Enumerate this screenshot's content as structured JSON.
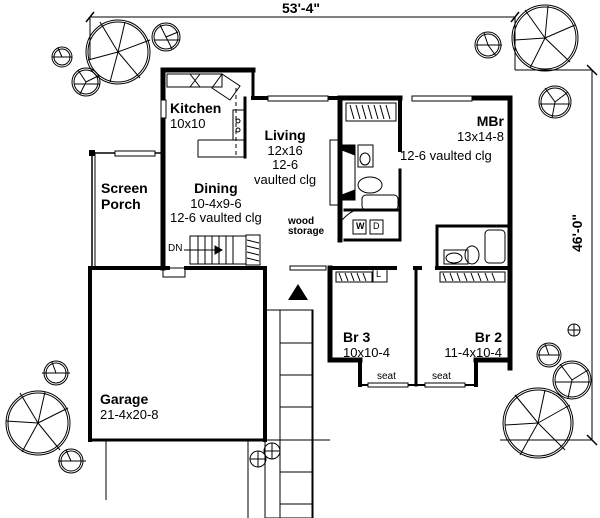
{
  "dimensions": {
    "width": "53'-4\"",
    "depth": "46'-0\""
  },
  "rooms": {
    "kitchen": {
      "name": "Kitchen",
      "size": "10x10"
    },
    "living": {
      "name": "Living",
      "size": "12x16",
      "ceiling_height": "12-6",
      "ceiling": "vaulted clg"
    },
    "dining": {
      "name": "Dining",
      "size": "10-4x9-6",
      "ceiling": "12-6 vaulted clg"
    },
    "screen_porch": {
      "name_line1": "Screen",
      "name_line2": "Porch"
    },
    "mbr": {
      "name": "MBr",
      "size": "13x14-8",
      "ceiling": "12-6 vaulted clg"
    },
    "br3": {
      "name": "Br 3",
      "size": "10x10-4"
    },
    "br2": {
      "name": "Br 2",
      "size": "11-4x10-4"
    },
    "garage": {
      "name": "Garage",
      "size": "21-4x20-8"
    }
  },
  "annotations": {
    "wood_storage_line1": "wood",
    "wood_storage_line2": "storage",
    "stairs_down": "DN",
    "washer": "W",
    "dryer": "D",
    "linen": "L",
    "seat_br3": "seat",
    "seat_br2": "seat"
  }
}
